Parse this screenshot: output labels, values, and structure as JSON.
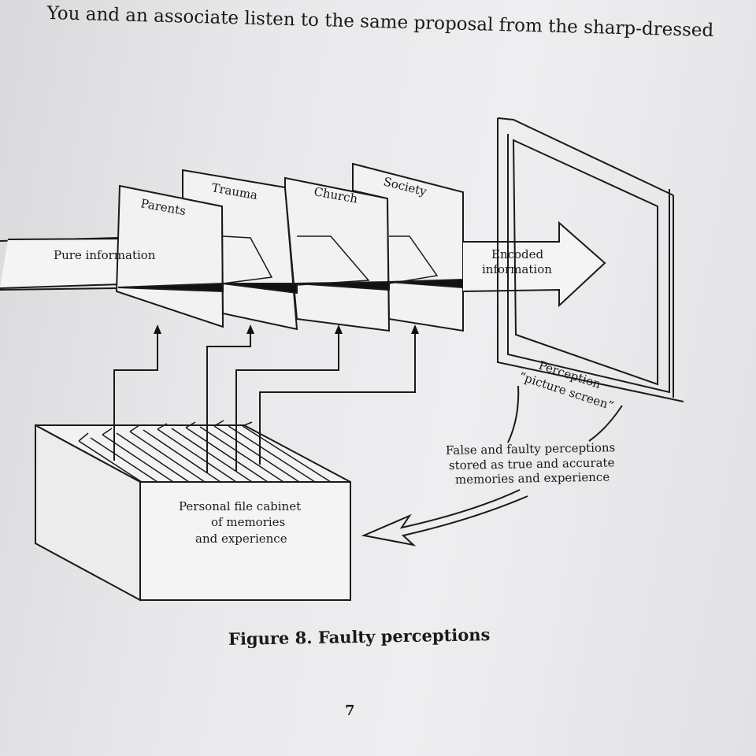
{
  "header_text": "You and an associate listen to the same proposal from the sharp-dressed",
  "diagram": {
    "input_label": "Pure information",
    "filters": [
      "Parents",
      "Trauma",
      "Church",
      "Society"
    ],
    "output_label_line1": "Encoded",
    "output_label_line2": "information",
    "screen_label_line1": "Perception",
    "screen_label_line2": "“picture screen”",
    "feedback_line1": "False and faulty perceptions",
    "feedback_line2": "stored as true and accurate",
    "feedback_line3": "memories and experience",
    "cabinet_line1": "Personal file cabinet",
    "cabinet_line2": "of memories",
    "cabinet_line3": "and experience"
  },
  "caption": "Figure 8. Faulty perceptions",
  "page_number": "7"
}
